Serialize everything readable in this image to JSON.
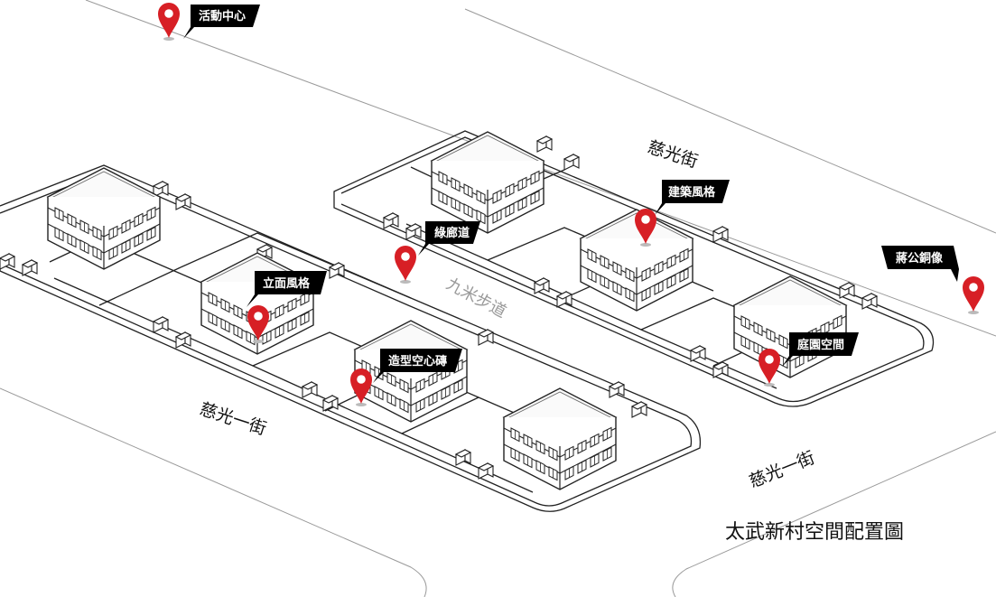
{
  "map": {
    "title": "太武新村空間配置圖",
    "streets": {
      "upper": "慈光街",
      "lower_left": "慈光一街",
      "lower_right": "慈光一街"
    },
    "walkway": "九米步道",
    "markers": [
      {
        "id": "activity-center",
        "label": "活動中心"
      },
      {
        "id": "architecture-style",
        "label": "建築風格"
      },
      {
        "id": "green-corridor",
        "label": "綠廊道"
      },
      {
        "id": "chiang-statue",
        "label": "蔣公銅像"
      },
      {
        "id": "facade-style",
        "label": "立面風格"
      },
      {
        "id": "garden-space",
        "label": "庭園空間"
      },
      {
        "id": "hollow-brick",
        "label": "造型空心磚"
      }
    ],
    "colors": {
      "pin": "#d71f25",
      "tag": "#000000",
      "line": "#222222"
    }
  }
}
